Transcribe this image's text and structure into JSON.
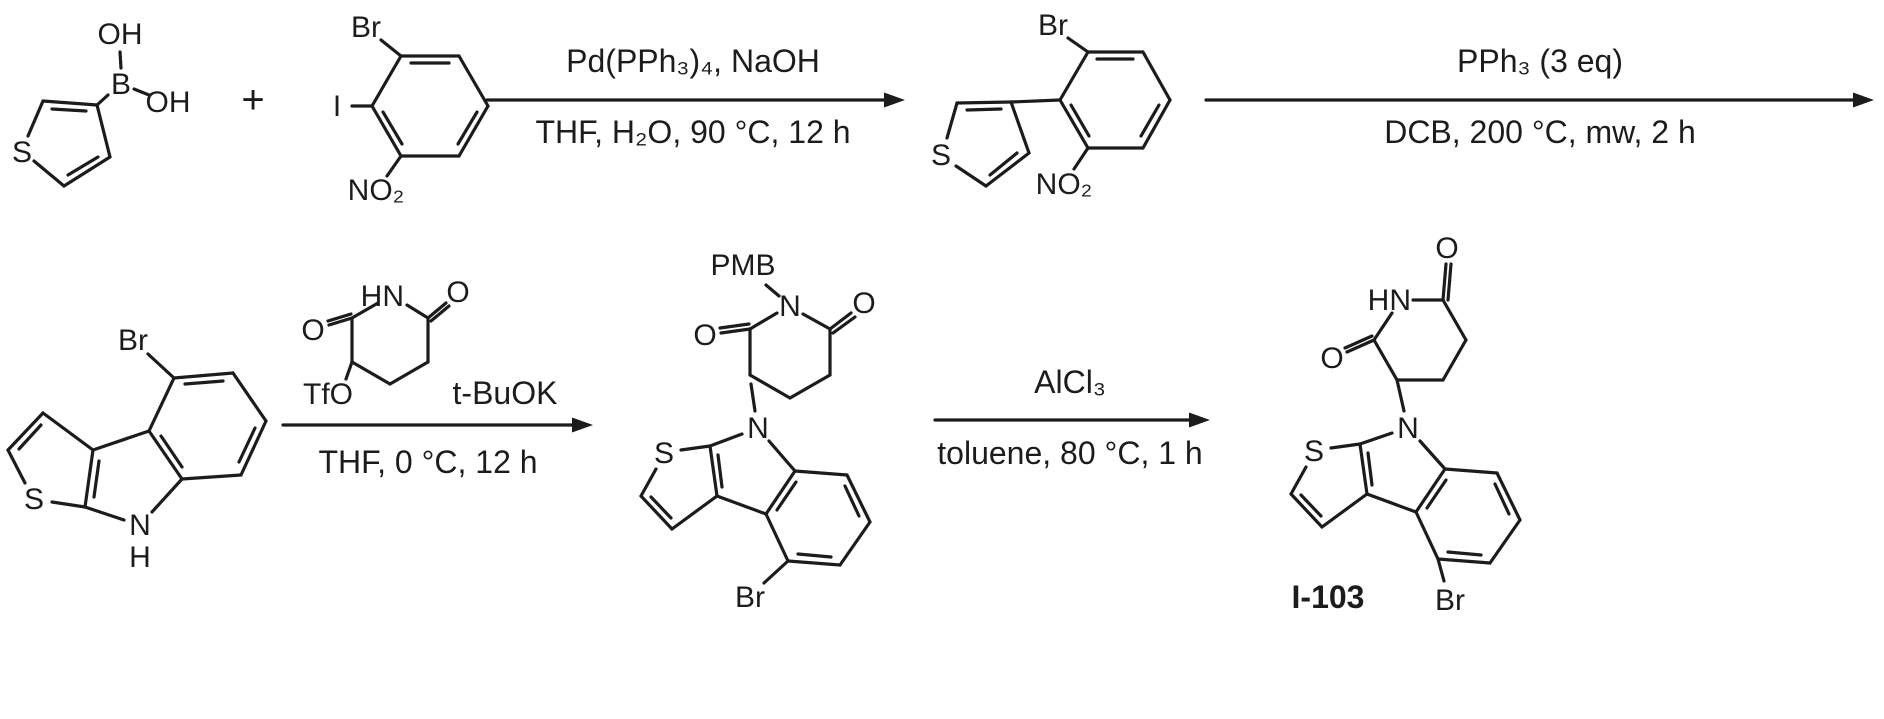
{
  "colors": {
    "ink": "#1c1c1c",
    "background": "#ffffff"
  },
  "operators": {
    "plus": "+"
  },
  "molecules": {
    "boronic_acid": {
      "oh_top": "OH",
      "boron": "B",
      "oh_right": "OH",
      "sulfur": "S"
    },
    "iodo_nitro_arene": {
      "bromine": "Br",
      "iodine": "I",
      "nitro": "NO₂"
    },
    "coupling_product": {
      "bromine": "Br",
      "sulfur": "S",
      "nitro": "NO₂"
    },
    "bromo_thienoindole": {
      "bromine": "Br",
      "sulfur": "S",
      "nitrogen": "N",
      "nh_hydrogen": "H"
    },
    "glutarimide_triflate": {
      "imide_nh": "HN",
      "carbonyl_o_right": "O",
      "carbonyl_o_left": "O",
      "triflate": "TfO"
    },
    "pmb_glutarimide_adduct": {
      "pmb": "PMB",
      "imide_n": "N",
      "carbonyl_o_right": "O",
      "carbonyl_o_left": "O",
      "sulfur": "S",
      "indole_n": "N",
      "bromine": "Br"
    },
    "final_product": {
      "carbonyl_o_top": "O",
      "imide_nh": "HN",
      "carbonyl_o_left": "O",
      "sulfur": "S",
      "indole_n": "N",
      "bromine": "Br",
      "compound_id": "I-103"
    }
  },
  "steps": {
    "step1": {
      "above": "Pd(PPh₃)₄, NaOH",
      "below": "THF, H₂O, 90 °C, 12 h"
    },
    "step2": {
      "above": "PPh₃ (3 eq)",
      "below": "DCB, 200 °C, mw, 2 h"
    },
    "step3": {
      "reagent": "t-BuOK",
      "below": "THF, 0 °C, 12 h"
    },
    "step4": {
      "above": "AlCl₃",
      "below": "toluene, 80 °C, 1 h"
    }
  }
}
